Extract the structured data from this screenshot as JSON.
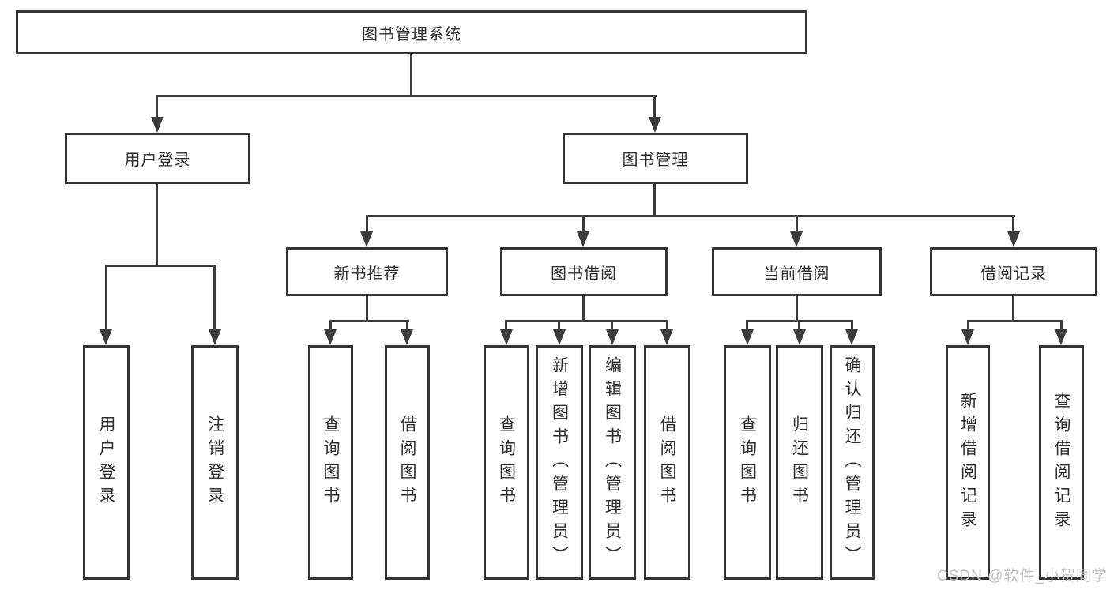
{
  "tree": {
    "root": {
      "label": "图书管理系统",
      "children": [
        {
          "label": "用户登录",
          "children": [
            {
              "label": "用户登录"
            },
            {
              "label": "注销登录"
            }
          ]
        },
        {
          "label": "图书管理",
          "children": [
            {
              "label": "新书推荐",
              "children": [
                {
                  "label": "查询图书"
                },
                {
                  "label": "借阅图书"
                }
              ]
            },
            {
              "label": "图书借阅",
              "children": [
                {
                  "label": "查询图书"
                },
                {
                  "label": "新增图书（管理员）"
                },
                {
                  "label": "编辑图书（管理员）"
                },
                {
                  "label": "借阅图书"
                }
              ]
            },
            {
              "label": "当前借阅",
              "children": [
                {
                  "label": "查询图书"
                },
                {
                  "label": "归还图书"
                },
                {
                  "label": "确认归还（管理员）"
                }
              ]
            },
            {
              "label": "借阅记录",
              "children": [
                {
                  "label": "新增借阅记录"
                },
                {
                  "label": "查询借阅记录"
                }
              ]
            }
          ]
        }
      ]
    }
  },
  "watermark": {
    "text": "CSDN @软件_小贺同学"
  },
  "colors": {
    "line": "#3b3b3b",
    "border": "#333333",
    "text": "#2d2d2d",
    "watermark": "#c2c2c2",
    "background": "#ffffff"
  }
}
